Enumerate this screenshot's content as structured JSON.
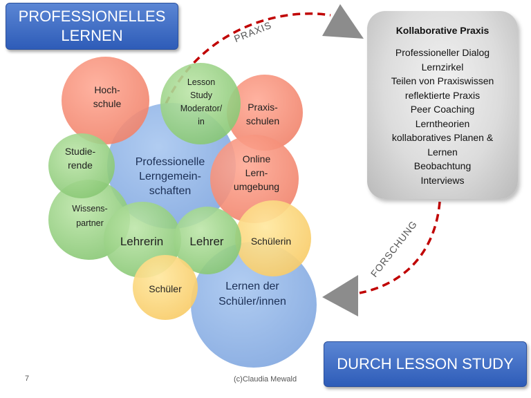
{
  "titles": {
    "top": "PROFESSIONELLES\nLERNEN",
    "bottom": "DURCH LESSON STUDY"
  },
  "collab": {
    "title": "Kollaborative Praxis",
    "items": [
      "Professioneller Dialog",
      "Lernzirkel",
      "Teilen von Praxiswissen",
      "reflektierte Praxis",
      "Peer Coaching",
      "Lerntheorien",
      "kollaboratives Planen &",
      "Lernen",
      "Beobachtung",
      "Interviews"
    ]
  },
  "arrows": {
    "top_label": "PRAXIS",
    "bottom_label": "FORSCHUNG",
    "dash_color": "#c00000",
    "head_color": "#8c8c8c"
  },
  "circles": {
    "hochschule": "Hoch-\nschule",
    "lesson_study": "Lesson\nStudy\nModerator/\nin",
    "praxisschulen": "Praxis-\nschulen",
    "studierende": "Studie-\nrende",
    "professionelle": "Professionelle\nLerngemein-\nschaften",
    "online": "Online\nLern-\numgebung",
    "wissenspartner": "Wissens-\npartner",
    "lehrerin": "Lehrerin",
    "lehrer": "Lehrer",
    "schuelerin": "Schülerin",
    "schueler": "Schüler",
    "lernen_schueler": "Lernen der\nSchüler/innen"
  },
  "colors": {
    "blue": "#7ea6dc",
    "red": "#ef8a70",
    "green": "#8fcc78",
    "yellow": "#f8cc70",
    "title_blue": "#3a67c4"
  },
  "footer": {
    "page": "7",
    "copyright": "(c)Claudia Mewald"
  }
}
